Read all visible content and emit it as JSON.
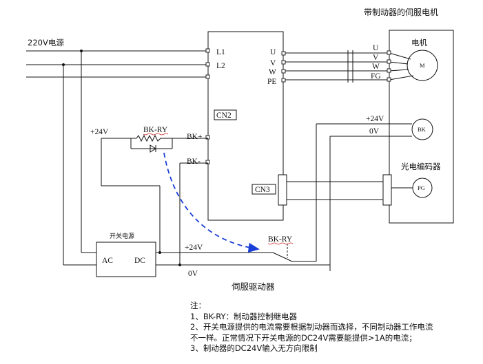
{
  "title": "带制动器的伺服电机",
  "power_label": "220V电源",
  "driver_label": "伺服驱动器",
  "switching_psu_label": "开关电源",
  "motor_label": "电机",
  "encoder_label": "光电编码器",
  "terminals": {
    "l1": "L1",
    "l2": "L2",
    "cn2": "CN2",
    "cn3": "CN3",
    "u": "U",
    "v": "V",
    "w": "W",
    "pe": "PE",
    "bk_plus": "BK+",
    "bk_minus": "BK-",
    "motor_u": "U",
    "motor_v": "V",
    "motor_w": "W",
    "motor_fg": "FG",
    "plus24v_brake": "+24V",
    "zero_v_brake": "0V",
    "plus24v_left": "+24V",
    "plus24v_bottom": "+24V",
    "zero_v_bottom": "0V",
    "bk_ry_top": "BK-RY",
    "bk_ry_bottom": "BK-RY",
    "ac": "AC",
    "dc": "DC"
  },
  "symbols": {
    "motor": "M",
    "brake": "BK",
    "encoder": "PG"
  },
  "notes": {
    "heading": "注：",
    "line1": "1、BK-RY：制动器控制继电器",
    "line2": "2、开关电源提供的电流需要根据制动器而选择，不同制动器工作电流",
    "line3": "不一样。正常情况下开关电源的DC24V需要能提供>1A的电流；",
    "line4": "3、制动器的DC24V输入无方向限制"
  },
  "colors": {
    "arrow": "#1a3fd6",
    "wire": "#111111",
    "spell_underline": "#cc2222"
  }
}
